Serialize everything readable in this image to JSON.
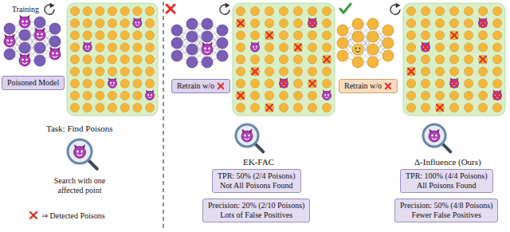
{
  "diagram": {
    "nodes": [
      {
        "text": [
          "Poisoned Model"
        ]
      },
      {
        "text": [
          "Retrain w/o"
        ]
      },
      {
        "text": [
          "TPR: 50% (2/4 Poisons)",
          "Not All Poisons Found"
        ]
      },
      {
        "text": [
          "Precision: 20% (2/10 Poisons)",
          "Lots of False Positives"
        ]
      },
      {
        "text": [
          "Retrain w/o"
        ]
      },
      {
        "text": [
          "TPR: 100% (4/4 Poisons)",
          "All Poisons Found"
        ]
      },
      {
        "text": [
          "Precision: 50% (4/8 Poisons)",
          "Fewer False Positives"
        ]
      }
    ],
    "labels": [
      "Training",
      "Task: Find Poisons",
      "Search with one affected point",
      "EK-FAC",
      "Δ-Influence (Ours)"
    ],
    "legend": [
      {
        "text": "⇒ Detected Poisons"
      }
    ]
  }
}
